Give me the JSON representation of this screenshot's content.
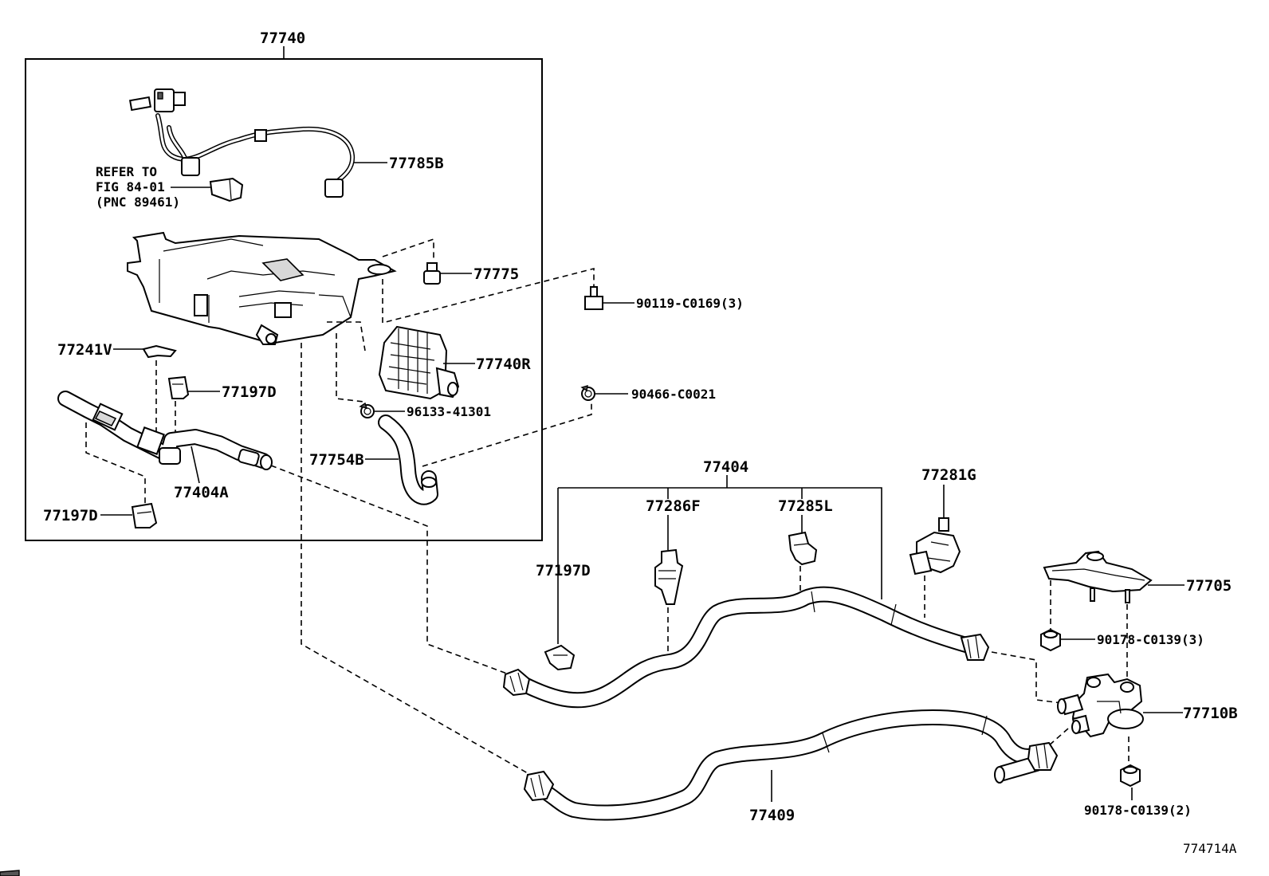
{
  "diagram": {
    "labels": {
      "canister_assy": "77740",
      "wire_harness": "77785B",
      "refer_line1": "REFER TO",
      "refer_line2": "FIG 84-01",
      "refer_line3": "(PNC 89461)",
      "stud": "77775",
      "bolt": "90119-C0169(3)",
      "pump_module": "77740R",
      "clamp_small": "77241V",
      "clip_upper": "77197D",
      "clip_lower": "77197D",
      "hose_assy_a": "77404A",
      "hose_short": "77754B",
      "clamp_96133": "96133-41301",
      "clamp_90466": "90466-C0021",
      "hose_assy": "77404",
      "clamp_77286F": "77286F",
      "clamp_77285L": "77285L",
      "clip_77197D": "77197D",
      "bracket_77281G": "77281G",
      "bracket_77705": "77705",
      "nut_3": "90178-C0139(3)",
      "valve": "77710B",
      "nut_2": "90178-C0139(2)",
      "hose_77409": "77409",
      "figure_id": "774714A"
    }
  }
}
